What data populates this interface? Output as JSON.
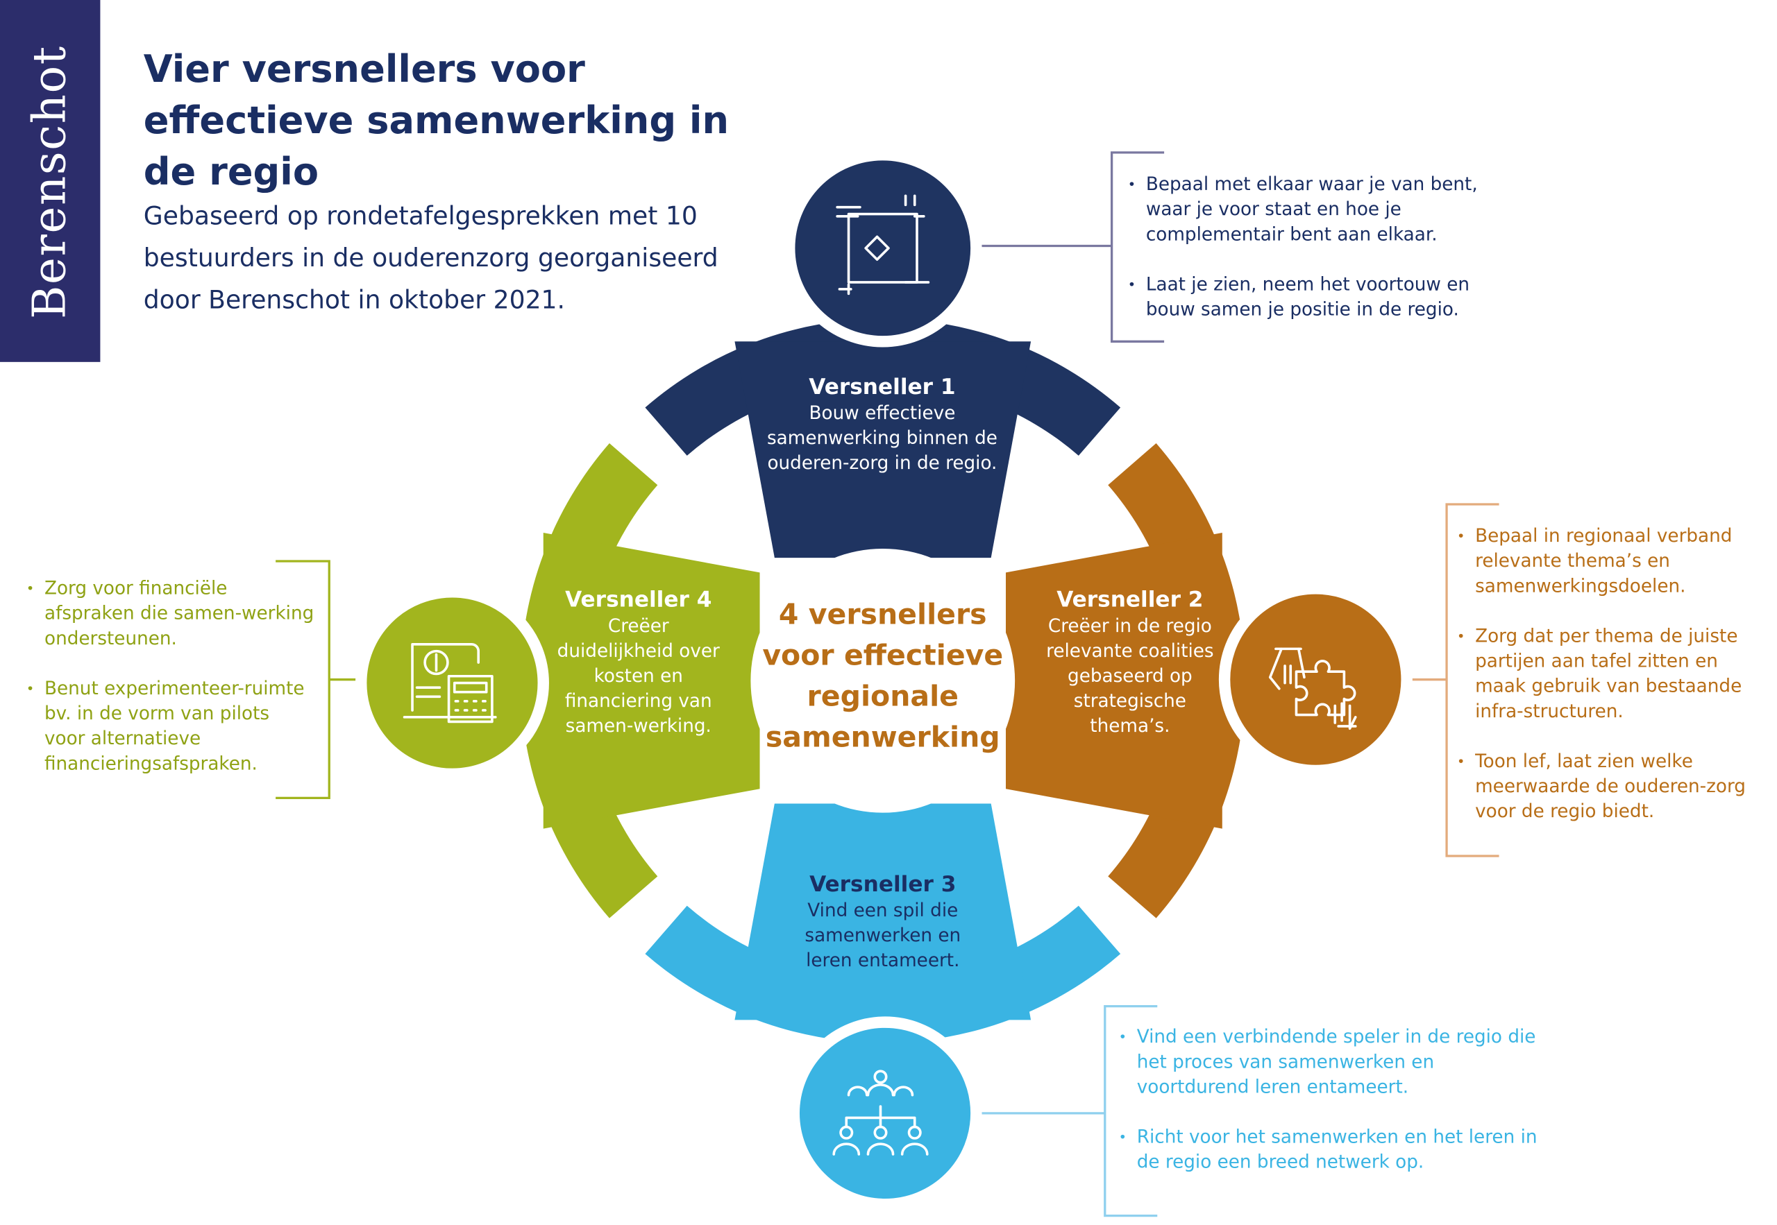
{
  "brand": "Berenschot",
  "title": "Vier versnellers voor effectieve samenwerking in de regio",
  "subtitle": "Gebaseerd op rondetafelgesprekken met 10 bestuurders in de ouderenzorg georganiseerd door Berenschot in oktober 2021.",
  "center": "4 versnellers voor effectieve regionale samenwerking",
  "colors": {
    "navy": "#1f3461",
    "orange": "#b86e17",
    "blue": "#3ab4e3",
    "green": "#a2b51e",
    "sidebar": "#2c2d6b"
  },
  "versnellers": [
    {
      "title": "Versneller 1",
      "text": "Bouw effectieve samenwerking binnen de ouderen-zorg in de regio.",
      "icon": "hands-connected-icon",
      "bullets": [
        "Bepaal met elkaar waar je van bent, waar je voor staat en hoe je complementair bent aan elkaar.",
        "Laat je zien, neem het voortouw en bouw samen je positie in de regio."
      ]
    },
    {
      "title": "Versneller 2",
      "text": "Creëer in de regio relevante coalities gebaseerd op strategische thema’s.",
      "icon": "puzzle-hands-icon",
      "bullets": [
        "Bepaal in regionaal verband relevante thema’s en samenwerkingsdoelen.",
        "Zorg dat per thema de juiste partijen aan tafel zitten en maak gebruik van bestaande infra-structuren.",
        "Toon lef, laat zien welke meerwaarde de ouderen-zorg voor de regio biedt."
      ]
    },
    {
      "title": "Versneller 3",
      "text": "Vind een spil die samenwerken en leren entameert.",
      "icon": "network-people-icon",
      "bullets": [
        "Vind een verbindende speler in de regio die het proces van samenwerken en voortdurend leren entameert.",
        "Richt voor het samenwerken en het leren in de regio een breed netwerk op."
      ]
    },
    {
      "title": "Versneller 4",
      "text": "Creëer duidelijkheid over kosten en financiering van samen-werking.",
      "icon": "finance-calculator-icon",
      "bullets": [
        "Zorg voor financiële afspraken die samen-werking ondersteunen.",
        "Benut experimenteer-ruimte bv. in de vorm van pilots voor alternatieve financieringsafspraken."
      ]
    }
  ]
}
